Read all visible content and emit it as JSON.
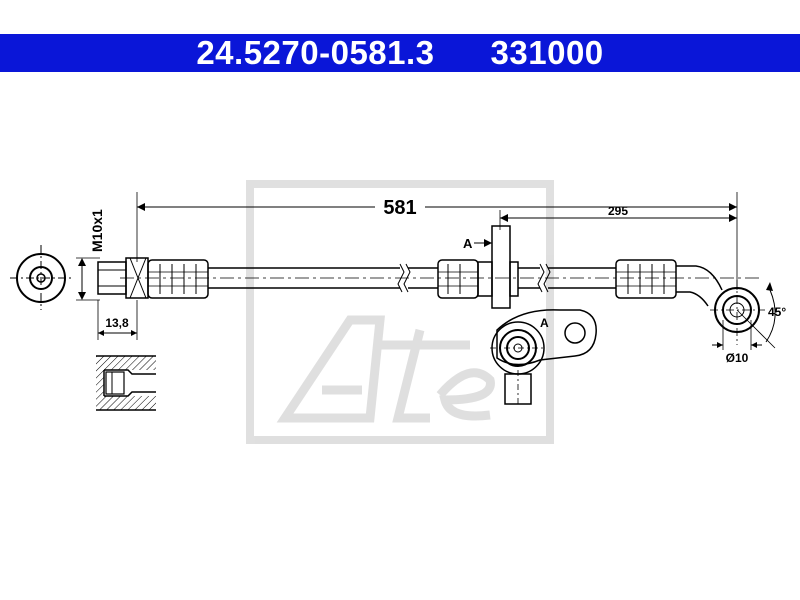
{
  "header": {
    "part_number": "24.5270-0581.3",
    "reference_number": "331000",
    "background_color": "#0a16d8"
  },
  "drawing": {
    "thread_label": "M10x1",
    "overall_length": "581",
    "partial_length": "295",
    "section_marker": "A",
    "detail_marker": "A",
    "fitting_width": "13,8",
    "bend_angle": "45°",
    "eye_diameter": "Ø10",
    "watermark_logo": "Ate"
  }
}
